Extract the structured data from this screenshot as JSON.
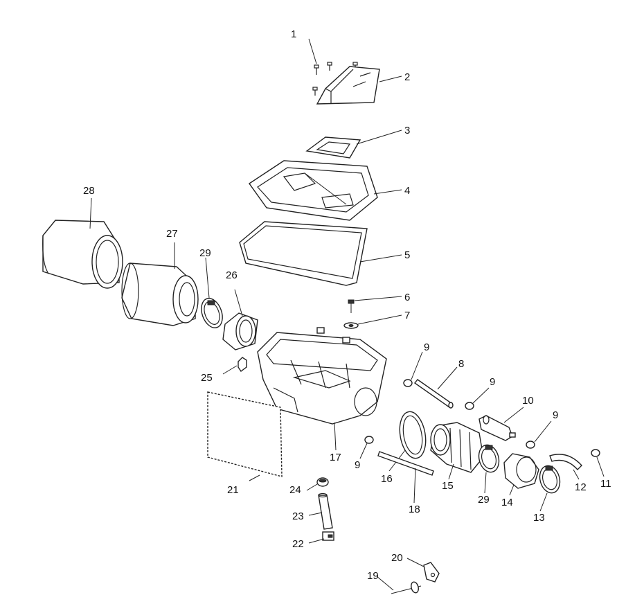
{
  "labels": {
    "l1": "1",
    "l2": "2",
    "l3": "3",
    "l4": "4",
    "l5": "5",
    "l6": "6",
    "l7": "7",
    "l8": "8",
    "l9a": "9",
    "l9b": "9",
    "l9c": "9",
    "l9d": "9",
    "l10": "10",
    "l11": "11",
    "l12": "12",
    "l13": "13",
    "l14": "14",
    "l15": "15",
    "l16": "16",
    "l17": "17",
    "l18": "18",
    "l19": "19",
    "l20": "20",
    "l21": "21",
    "l22": "22",
    "l23": "23",
    "l24": "24",
    "l25": "25",
    "l26": "26",
    "l27": "27",
    "l28": "28",
    "l29a": "29",
    "l29b": "29"
  }
}
